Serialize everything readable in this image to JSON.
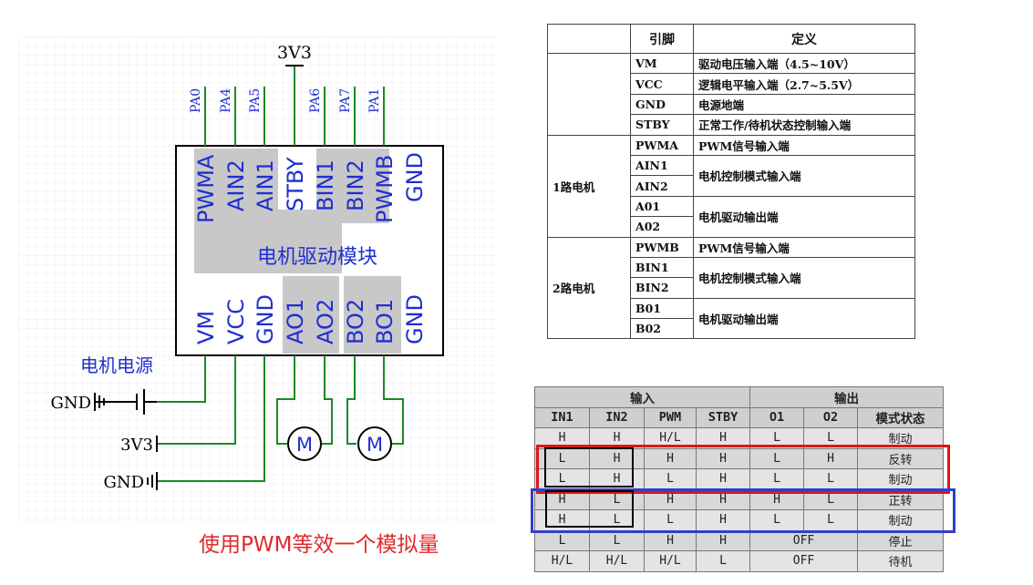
{
  "schematic": {
    "supply_label": "3V3",
    "top_nets": [
      "PA0",
      "PA4",
      "PA5",
      "PA6",
      "PA7",
      "PA1"
    ],
    "top_pins": [
      "PWMA",
      "AIN2",
      "AIN1",
      "STBY",
      "BIN1",
      "BIN2",
      "PWMB",
      "GND"
    ],
    "module_label": "电机驱动模块",
    "bottom_pins": [
      "VM",
      "VCC",
      "GND",
      "AO1",
      "AO2",
      "BO2",
      "BO1",
      "GND"
    ],
    "power_label": "电机电源",
    "gnd_label_1": "GND",
    "vcc_label": "3V3",
    "gnd_label_2": "GND",
    "motor_a_label": "M",
    "motor_b_label": "M"
  },
  "pin_table": {
    "header": [
      "",
      "引脚",
      "定义"
    ],
    "groups": [
      {
        "name": "",
        "rows": [
          {
            "pin": "VM",
            "def": "驱动电压输入端（4.5~10V）"
          },
          {
            "pin": "VCC",
            "def": "逻辑电平输入端（2.7~5.5V）"
          },
          {
            "pin": "GND",
            "def": "电源地端"
          },
          {
            "pin": "STBY",
            "def": "正常工作/待机状态控制输入端"
          }
        ]
      },
      {
        "name": "1路电机",
        "rows": [
          {
            "pin": "PWMA",
            "def": "PWM信号输入端"
          },
          {
            "pin": "AIN1",
            "def": "电机控制模式输入端"
          },
          {
            "pin": "AIN2",
            "def": ""
          },
          {
            "pin": "A01",
            "def": "电机驱动输出端"
          },
          {
            "pin": "A02",
            "def": ""
          }
        ]
      },
      {
        "name": "2路电机",
        "rows": [
          {
            "pin": "PWMB",
            "def": "PWM信号输入端"
          },
          {
            "pin": "BIN1",
            "def": "电机控制模式输入端"
          },
          {
            "pin": "BIN2",
            "def": ""
          },
          {
            "pin": "B01",
            "def": "电机驱动输出端"
          },
          {
            "pin": "B02",
            "def": ""
          }
        ]
      }
    ]
  },
  "truth_table": {
    "group_in": "输入",
    "group_out": "输出",
    "columns": [
      "IN1",
      "IN2",
      "PWM",
      "STBY",
      "O1",
      "O2",
      "模式状态"
    ],
    "rows": [
      [
        "H",
        "H",
        "H/L",
        "H",
        "L",
        "L",
        "制动"
      ],
      [
        "L",
        "H",
        "H",
        "H",
        "L",
        "H",
        "反转"
      ],
      [
        "L",
        "H",
        "L",
        "H",
        "L",
        "L",
        "制动"
      ],
      [
        "H",
        "L",
        "H",
        "H",
        "H",
        "L",
        "正转"
      ],
      [
        "H",
        "L",
        "L",
        "H",
        "L",
        "L",
        "制动"
      ],
      [
        "L",
        "L",
        "H",
        "H",
        "OFF",
        "",
        "停止"
      ],
      [
        "H/L",
        "H/L",
        "H/L",
        "L",
        "OFF",
        "",
        "待机"
      ]
    ],
    "highlight_colors": {
      "red": "#e0141a",
      "blue": "#2f3fc8"
    }
  },
  "caption": "使用PWM等效一个模拟量"
}
